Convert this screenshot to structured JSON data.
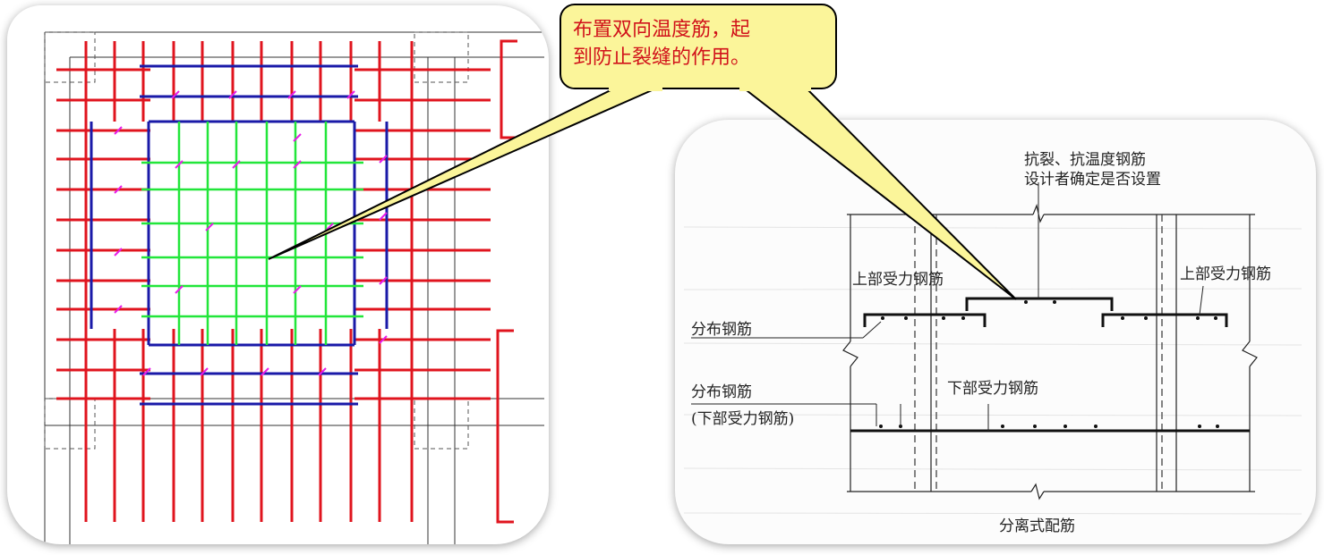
{
  "callout": {
    "line1": "布置双向温度筋，起",
    "line2": "到防止裂缝的作用。",
    "fill": "#fbf59a",
    "border": "#000000",
    "text_color": "#d1121a"
  },
  "diagram": {
    "label_crack_1": "抗裂、抗温度钢筋",
    "label_crack_2": "设计者确定是否设置",
    "label_top_left": "上部受力钢筋",
    "label_top_right": "上部受力钢筋",
    "label_dist_top": "分布钢筋",
    "label_dist_bottom": "分布钢筋",
    "label_dist_bottom_sub": "(下部受力钢筋)",
    "label_bottom": "下部受力钢筋",
    "caption": "分离式配筋"
  },
  "plan": {
    "colors": {
      "red": "#e0141e",
      "blue": "#1a1aa8",
      "green": "#22e63a",
      "magenta": "#e81ce8"
    }
  }
}
